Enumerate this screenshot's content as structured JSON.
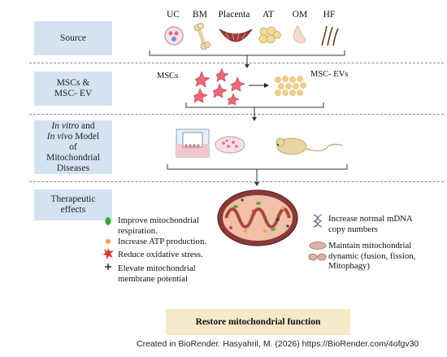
{
  "stages": [
    {
      "label": "Source"
    },
    {
      "label": "MSCs &\nMSC- EV"
    },
    {
      "label_italic_1": "In vitro",
      "label_1": " and",
      "label_italic_2": "In vivo",
      "label_2": " Model\nof\nMitochondrial\nDiseases"
    },
    {
      "label": "Therapeutic\neffects"
    }
  ],
  "sources": [
    "UC",
    "BM",
    "Placenta",
    "AT",
    "OM",
    "HF"
  ],
  "msc_label": "MSCs",
  "ev_label": "MSC- EVs",
  "effects_left": [
    {
      "text": "Improve  mitochondrial\nrespiration.",
      "icon": "green-oval-icon"
    },
    {
      "text": "Increase ATP production.",
      "icon": "orange-dot-icon"
    },
    {
      "text": "Reduce oxidative stress.",
      "icon": "red-star-icon"
    },
    {
      "text": "Elevate  mitochondrial\nmembrane potential",
      "icon": "black-cross-icon"
    }
  ],
  "effects_right": [
    {
      "text": "Increase normal mDNA\ncopy numbers",
      "icon": "mtdna-icon"
    },
    {
      "text": "Maintain  mitochondrial\ndynamic (fusion, fission,\nMitophagy)",
      "icon": "mito-pair-icon"
    }
  ],
  "restore_label": "Restore  mitochondrial function",
  "credit": "Created in BioRender. Hasyahril, M. (2026)  https://BioRender.com/4ofgv30",
  "colors": {
    "stage_box": "#d5e2f2",
    "restore_box": "#f5e9c7",
    "cell": "#e8697a",
    "ev": "#f3cf8a",
    "mito_outer": "#8b3a3a",
    "mito_inner": "#f0c0a8"
  }
}
